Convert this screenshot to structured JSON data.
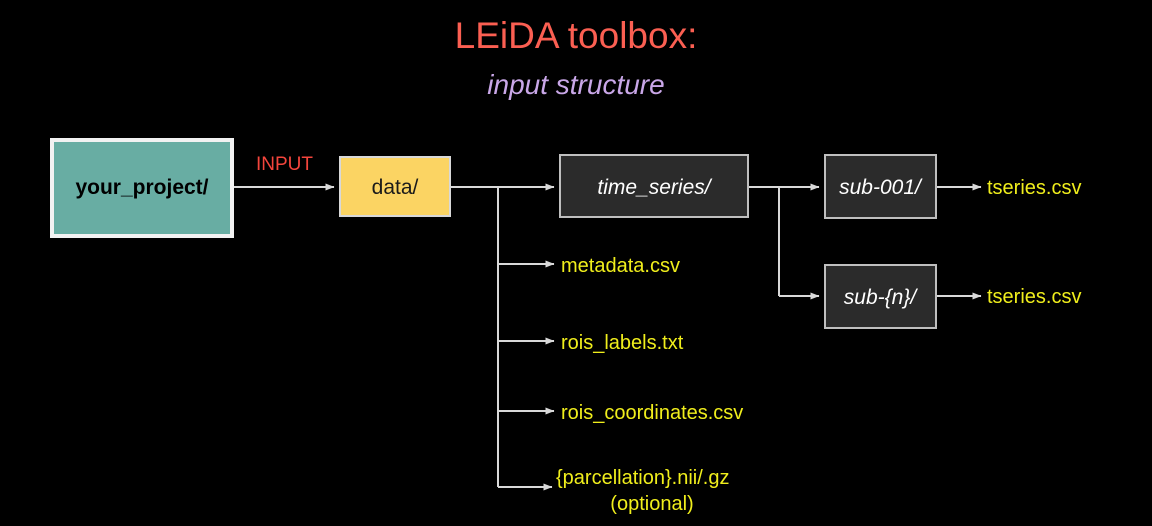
{
  "figure": {
    "title": "LEiDA toolbox:",
    "subtitle": "input structure",
    "title_color": "#fb5f52",
    "subtitle_color": "#c9a7e8",
    "background_color": "#000000",
    "connector_color": "#d9d9d9"
  },
  "edge_labels": {
    "input": "INPUT",
    "input_color": "#f4453c"
  },
  "nodes": {
    "project": {
      "label": "your_project/",
      "fill": "#68ada3",
      "border": "#f2f2f2",
      "text_color": "#000000"
    },
    "data": {
      "label": "data/",
      "fill": "#fbd463",
      "border": "#d8d8d8",
      "text_color": "#1a1a1a"
    },
    "time_series": {
      "label": "time_series/",
      "fill": "#2b2b2b",
      "border": "#bfbfbf",
      "text_color": "#ffffff"
    },
    "sub_001": {
      "label": "sub-001/",
      "fill": "#2b2b2b",
      "border": "#bfbfbf",
      "text_color": "#ffffff"
    },
    "sub_n": {
      "label": "sub-{n}/",
      "fill": "#2b2b2b",
      "border": "#bfbfbf",
      "text_color": "#ffffff"
    }
  },
  "files": {
    "color": "#f0ee1c",
    "tseries_sub001": "tseries.csv",
    "tseries_subn": "tseries.csv",
    "metadata": "metadata.csv",
    "rois_labels": "rois_labels.txt",
    "rois_coordinates": "rois_coordinates.csv",
    "parcellation": "{parcellation}.nii/.gz",
    "parcellation_note": "(optional)"
  }
}
